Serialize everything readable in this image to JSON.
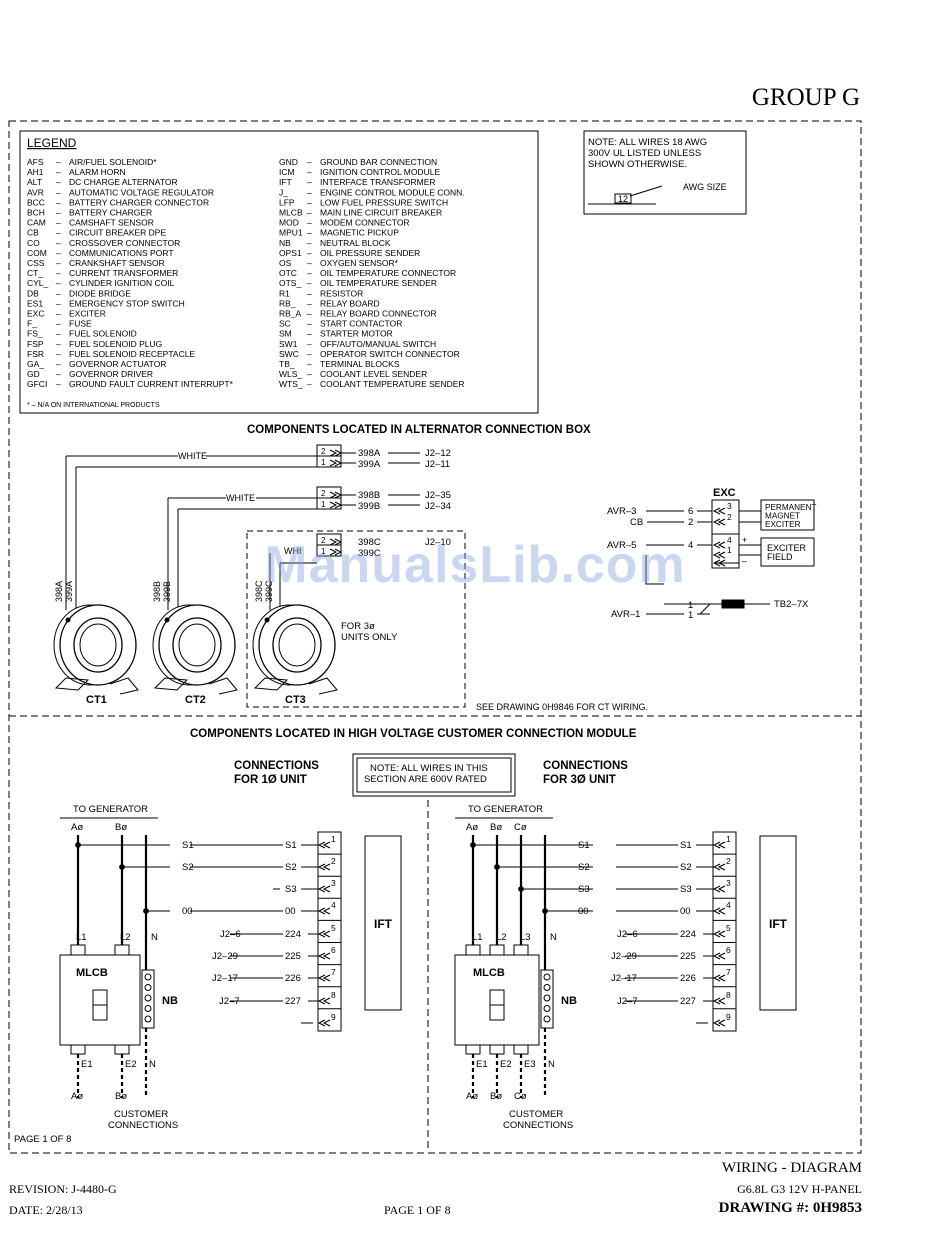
{
  "header": {
    "group": "GROUP G"
  },
  "legend": {
    "title": "LEGEND",
    "left": [
      [
        "AFS",
        "AIR/FUEL SOLENOID*"
      ],
      [
        "AH1",
        "ALARM HORN"
      ],
      [
        "ALT",
        "DC CHARGE ALTERNATOR"
      ],
      [
        "AVR",
        "AUTOMATIC VOLTAGE REGULATOR"
      ],
      [
        "BCC",
        "BATTERY CHARGER CONNECTOR"
      ],
      [
        "BCH",
        "BATTERY CHARGER"
      ],
      [
        "CAM",
        "CAMSHAFT SENSOR"
      ],
      [
        "CB",
        "CIRCUIT BREAKER DPE"
      ],
      [
        "CO",
        "CROSSOVER CONNECTOR"
      ],
      [
        "COM",
        "COMMUNICATIONS PORT"
      ],
      [
        "CSS",
        "CRANKSHAFT SENSOR"
      ],
      [
        "CT_",
        "CURRENT TRANSFORMER"
      ],
      [
        "CYL_",
        "CYLINDER IGNITION COIL"
      ],
      [
        "DB",
        "DIODE BRIDGE"
      ],
      [
        "ES1",
        "EMERGENCY STOP SWITCH"
      ],
      [
        "EXC",
        "EXCITER"
      ],
      [
        "F_",
        "FUSE"
      ],
      [
        "FS_",
        "FUEL SOLENOID"
      ],
      [
        "FSP",
        "FUEL SOLENOID PLUG"
      ],
      [
        "FSR",
        "FUEL SOLENOID RECEPTACLE"
      ],
      [
        "GA_",
        "GOVERNOR ACTUATOR"
      ],
      [
        "GD",
        "GOVERNOR DRIVER"
      ],
      [
        "GFCI",
        "GROUND FAULT CURRENT INTERRUPT*"
      ]
    ],
    "right": [
      [
        "GND",
        "GROUND BAR CONNECTION"
      ],
      [
        "ICM",
        "IGNITION CONTROL MODULE"
      ],
      [
        "IFT",
        "INTERFACE TRANSFORMER"
      ],
      [
        "J_",
        "ENGINE CONTROL MODULE CONN."
      ],
      [
        "LFP",
        "LOW FUEL PRESSURE SWITCH"
      ],
      [
        "MLCB",
        "MAIN LINE CIRCUIT BREAKER"
      ],
      [
        "MOD",
        "MODEM CONNECTOR"
      ],
      [
        "MPU1",
        "MAGNETIC PICKUP"
      ],
      [
        "NB",
        "NEUTRAL BLOCK"
      ],
      [
        "OPS1",
        "OIL PRESSURE SENDER"
      ],
      [
        "OS",
        "OXYGEN SENSOR*"
      ],
      [
        "OTC",
        "OIL TEMPERATURE CONNECTOR"
      ],
      [
        "OTS_",
        "OIL TEMPERATURE SENDER"
      ],
      [
        "R1",
        "RESISTOR"
      ],
      [
        "RB_",
        "RELAY BOARD"
      ],
      [
        "RB_A",
        "RELAY BOARD CONNECTOR"
      ],
      [
        "SC",
        "START CONTACTOR"
      ],
      [
        "SM",
        "STARTER MOTOR"
      ],
      [
        "SW1",
        "OFF/AUTO/MANUAL SWITCH"
      ],
      [
        "SWC",
        "OPERATOR SWITCH CONNECTOR"
      ],
      [
        "TB_",
        "TERMINAL BLOCKS"
      ],
      [
        "WLS_",
        "COOLANT LEVEL SENDER"
      ],
      [
        "WTS_",
        "COOLANT TEMPERATURE SENDER"
      ]
    ],
    "footnote": "* – N/A ON INTERNATIONAL PRODUCTS"
  },
  "note_top": {
    "lines": [
      "NOTE:  ALL WIRES 18 AWG",
      "300V UL LISTED UNLESS",
      "SHOWN OTHERWISE."
    ],
    "awg_num": "12",
    "awg_label": "AWG SIZE"
  },
  "alt_box": {
    "title": "COMPONENTS LOCATED IN ALTERNATOR CONNECTION BOX",
    "white": "WHITE",
    "rows": [
      {
        "t2": "2",
        "t1": "1",
        "wa": "398A",
        "wb": "399A",
        "ja": "J2–12",
        "jb": "J2–11"
      },
      {
        "t2": "2",
        "t1": "1",
        "wa": "398B",
        "wb": "399B",
        "ja": "J2–35",
        "jb": "J2–34"
      },
      {
        "t2": "2",
        "t1": "1",
        "wa": "398C",
        "wb": "399C",
        "ja": "J2–10",
        "jb": ""
      }
    ],
    "wh3": "WHI",
    "ct_labels": [
      "CT1",
      "CT2",
      "CT3"
    ],
    "ct_leads": [
      [
        "398A",
        "399A"
      ],
      [
        "398B",
        "399B"
      ],
      [
        "398C",
        "399C"
      ]
    ],
    "three_phase": [
      "FOR 3ø",
      "UNITS ONLY"
    ],
    "see_drawing": "SEE DRAWING 0H9846 FOR CT WIRING.",
    "exc": {
      "title": "EXC",
      "rows": [
        {
          "left": "AVR–3",
          "num": "6",
          "pin": "3"
        },
        {
          "left": "CB",
          "num": "2",
          "pin": "2"
        },
        {
          "left": "AVR–5",
          "num": "4",
          "pin": "4"
        },
        {
          "left": "",
          "num": "",
          "pin": "1"
        }
      ],
      "pm": [
        "PERMANENT",
        "MAGNET",
        "EXCITER"
      ],
      "field": [
        "EXCITER",
        "FIELD"
      ],
      "plus": "+",
      "minus": "–",
      "tb_left": "AVR–1",
      "tb_n1": "1",
      "tb_n2": "1",
      "tb": "TB2–7X"
    }
  },
  "hv": {
    "title": "COMPONENTS LOCATED IN HIGH VOLTAGE CUSTOMER CONNECTION MODULE",
    "conn1": [
      "CONNECTIONS",
      "FOR 1Ø UNIT"
    ],
    "conn3": [
      "CONNECTIONS",
      "FOR 3Ø UNIT"
    ],
    "note": [
      "NOTE:  ALL WIRES IN THIS",
      "SECTION ARE 600V RATED"
    ],
    "to_gen": "TO GENERATOR",
    "left": {
      "phases": [
        "Aø",
        "Bø"
      ],
      "rows": [
        {
          "src": "S1",
          "dst": "S1",
          "pin": "1"
        },
        {
          "src": "S2",
          "dst": "S2",
          "pin": "2"
        },
        {
          "src": "",
          "dst": "S3",
          "pin": "3"
        },
        {
          "src": "00",
          "dst": "00",
          "pin": "4"
        },
        {
          "src": "J2–6",
          "dst": "224",
          "pin": "5"
        },
        {
          "src": "J2–29",
          "dst": "225",
          "pin": "6"
        },
        {
          "src": "J2–17",
          "dst": "226",
          "pin": "7"
        },
        {
          "src": "J2–7",
          "dst": "227",
          "pin": "8"
        },
        {
          "src": "",
          "dst": "",
          "pin": "9"
        }
      ],
      "lines": [
        "L1",
        "L2",
        "N"
      ],
      "outs": [
        "E1",
        "E2",
        "N"
      ],
      "bottom": [
        "Aø",
        "Bø"
      ]
    },
    "right": {
      "phases": [
        "Aø",
        "Bø",
        "Cø"
      ],
      "rows": [
        {
          "src": "S1",
          "dst": "S1",
          "pin": "1"
        },
        {
          "src": "S2",
          "dst": "S2",
          "pin": "2"
        },
        {
          "src": "S3",
          "dst": "S3",
          "pin": "3"
        },
        {
          "src": "00",
          "dst": "00",
          "pin": "4"
        },
        {
          "src": "J2–6",
          "dst": "224",
          "pin": "5"
        },
        {
          "src": "J2–29",
          "dst": "225",
          "pin": "6"
        },
        {
          "src": "J2–17",
          "dst": "226",
          "pin": "7"
        },
        {
          "src": "J2–7",
          "dst": "227",
          "pin": "8"
        },
        {
          "src": "",
          "dst": "",
          "pin": "9"
        }
      ],
      "lines": [
        "L1",
        "L2",
        "L3",
        "N"
      ],
      "outs": [
        "E1",
        "E2",
        "E3",
        "N"
      ],
      "bottom": [
        "Aø",
        "Bø",
        "Cø"
      ]
    },
    "mlcb": "MLCB",
    "nb": "NB",
    "ift": "IFT",
    "customer": [
      "CUSTOMER",
      "CONNECTIONS"
    ]
  },
  "page_in_frame": "PAGE 1 OF 8",
  "footer": {
    "wiring": "WIRING - DIAGRAM",
    "panel": "G6.8L G3 12V H-PANEL",
    "drawing": "DRAWING #: 0H9853",
    "revision": "REVISION: J-4480-G",
    "date": "DATE: 2/28/13",
    "page": "PAGE 1 OF 8"
  },
  "watermark": "ManualsLib.com"
}
